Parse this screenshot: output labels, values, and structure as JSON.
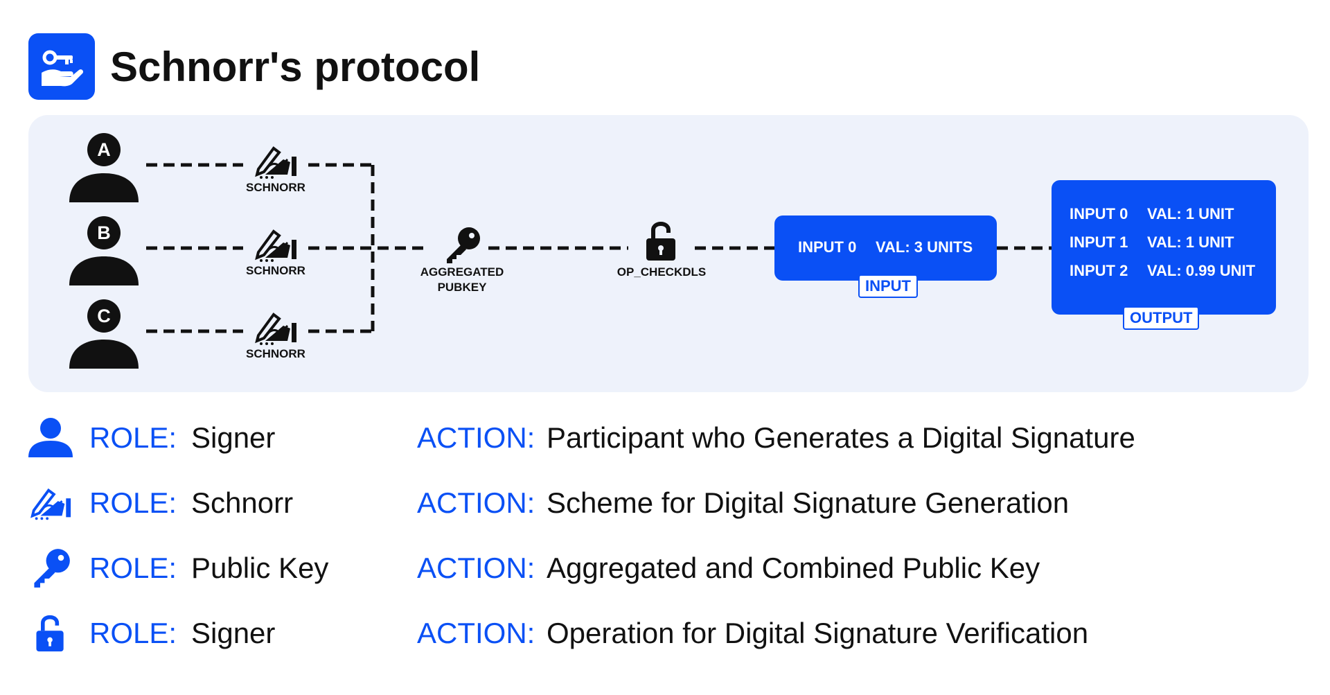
{
  "title": "Schnorr's protocol",
  "colors": {
    "accent": "#0a50f5",
    "panel": "#eef2fb",
    "text": "#111111"
  },
  "diagram": {
    "signers": [
      {
        "letter": "A"
      },
      {
        "letter": "B"
      },
      {
        "letter": "C"
      }
    ],
    "schnorr_labels": [
      "SCHNORR",
      "SCHNORR",
      "SCHNORR"
    ],
    "aggregated_label_line1": "AGGREGATED",
    "aggregated_label_line2": "PUBKEY",
    "checkdls_label": "OP_CHECKDLS",
    "input_box": {
      "input": "INPUT 0",
      "val": "VAL: 3 UNITS",
      "tag": "INPUT"
    },
    "output_box": {
      "rows": [
        {
          "input": "INPUT 0",
          "val": "VAL: 1 UNIT"
        },
        {
          "input": "INPUT 1",
          "val": "VAL: 1 UNIT"
        },
        {
          "input": "INPUT 2",
          "val": "VAL: 0.99 UNIT"
        }
      ],
      "tag": "OUTPUT"
    }
  },
  "legend": [
    {
      "icon": "user-icon",
      "role_key": "ROLE:",
      "role": "Signer",
      "action_key": "ACTION:",
      "action": "Participant who Generates a Digital Signature"
    },
    {
      "icon": "signature-icon",
      "role_key": "ROLE:",
      "role": "Schnorr",
      "action_key": "ACTION:",
      "action": "Scheme for Digital Signature Generation"
    },
    {
      "icon": "key-icon",
      "role_key": "ROLE:",
      "role": "Public Key",
      "action_key": "ACTION:",
      "action": "Aggregated and Combined Public Key"
    },
    {
      "icon": "unlock-icon",
      "role_key": "ROLE:",
      "role": "Signer",
      "action_key": "ACTION:",
      "action": "Operation for Digital Signature Verification"
    }
  ]
}
